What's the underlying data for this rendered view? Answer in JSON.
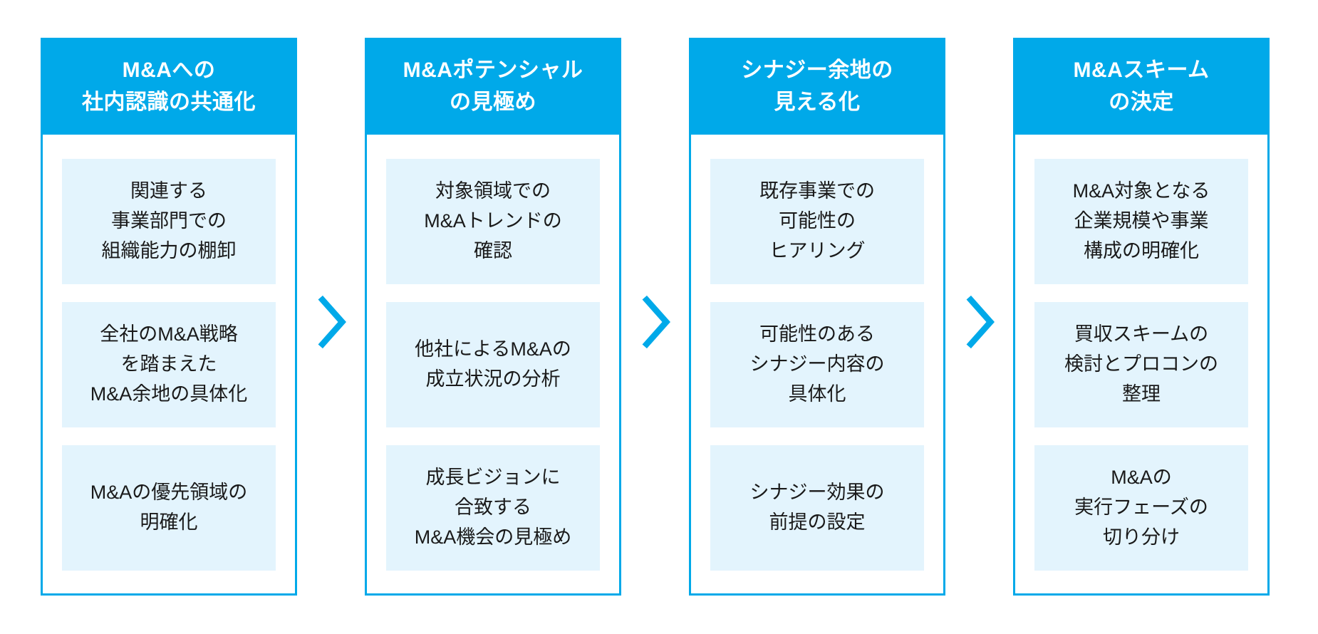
{
  "colors": {
    "accent": "#00A9E9",
    "item_bg": "#E3F4FD",
    "header_text": "#FFFFFF",
    "body_text": "#1A1A1A"
  },
  "flow": {
    "arrow_icon": "chevron-right",
    "columns": [
      {
        "header": "M&Aへの\n社内認識の共通化",
        "items": [
          "関連する\n事業部門での\n組織能力の棚卸",
          "全社のM&A戦略\nを踏まえた\nM&A余地の具体化",
          "M&Aの優先領域の\n明確化"
        ]
      },
      {
        "header": "M&Aポテンシャル\nの見極め",
        "items": [
          "対象領域での\nM&Aトレンドの\n確認",
          "他社によるM&Aの\n成立状況の分析",
          "成長ビジョンに\n合致する\nM&A機会の見極め"
        ]
      },
      {
        "header": "シナジー余地の\n見える化",
        "items": [
          "既存事業での\n可能性の\nヒアリング",
          "可能性のある\nシナジー内容の\n具体化",
          "シナジー効果の\n前提の設定"
        ]
      },
      {
        "header": "M&Aスキーム\nの決定",
        "items": [
          "M&A対象となる\n企業規模や事業\n構成の明確化",
          "買収スキームの\n検討とプロコンの\n整理",
          "M&Aの\n実行フェーズの\n切り分け"
        ]
      }
    ]
  }
}
